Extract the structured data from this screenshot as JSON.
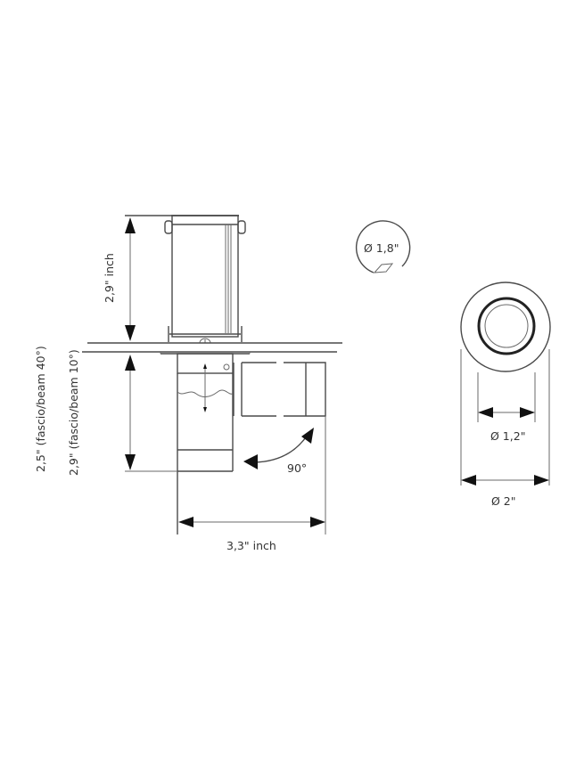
{
  "drawing": {
    "type": "recessed adjustable spotlight dimension drawing",
    "stroke_color": "#4a4a4a",
    "background": "#ffffff"
  },
  "side_view": {
    "housing_height_label": "2,9\" inch",
    "body_height_label_beam10": "2,9\" (fascio/beam 10°)",
    "body_height_label_beam40": "2,5\" (fascio/beam 40°)",
    "tilt_angle_label": "90°",
    "total_width_label": "3,3\" inch"
  },
  "cutout": {
    "diameter_label": "Ø 1,8\""
  },
  "front_view": {
    "inner_diameter_label": "Ø 1,2\"",
    "outer_diameter_label": "Ø 2\""
  }
}
